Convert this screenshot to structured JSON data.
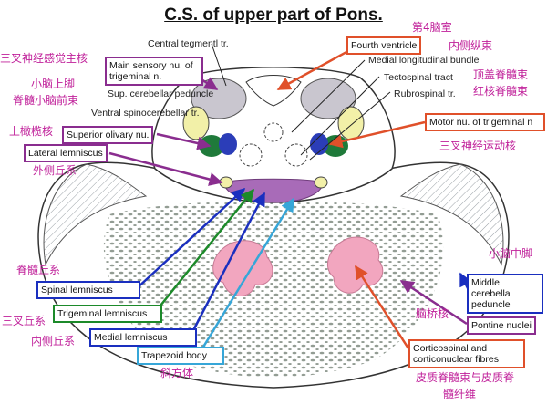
{
  "title": "C.S. of upper part of Pons.",
  "labels": {
    "central_tegmental": "Central tegmentl tr.",
    "sup_cerebellar": "Sup. cerebellar peduncle",
    "ventral_spinocerebellar": "Ventral spinocerebellar tr.",
    "medial_longitudinal": "Medial longitudinal bundle",
    "tectospinal": "Tectospinal tract",
    "rubrospinal": "Rubrospinal tr."
  },
  "boxes": {
    "main_sensory": "Main sensory nu. of trigeminal n.",
    "fourth_ventricle": "Fourth ventricle",
    "superior_olivary": "Superior olivary nu.",
    "motor_trigeminal": "Motor nu. of trigeminal n",
    "lateral_lemniscus": "Lateral lemniscus",
    "spinal_lemniscus": "Spinal lemniscus",
    "trigeminal_lemniscus": "Trigeminal lemniscus",
    "medial_lemniscus": "Medial lemniscus",
    "trapezoid_body": "Trapezoid body",
    "middle_cerebellar": "Middle cerebella peduncle",
    "pontine_nuclei": "Pontine nuclei",
    "corticospinal": "Corticospinal and corticonuclear fibres"
  },
  "chinese": {
    "trigeminal_sensory": "三叉神经感觉主核",
    "sup_cerebellar_peduncle": "小脑上脚",
    "spinocerebellar_anterior": "脊髓小脑前束",
    "superior_olive": "上橄榄核",
    "lateral_lemniscus": "外侧丘系",
    "fourth_ventricle": "第4脑室",
    "medial_longitudinal": "内侧纵束",
    "tectospinal": "顶盖脊髓束",
    "rubrospinal": "红核脊髓束",
    "trigeminal_motor": "三叉神经运动核",
    "spinal_lemniscus": "脊髓丘系",
    "trigeminal_lemniscus": "三叉丘系",
    "medial_lemniscus": "内侧丘系",
    "trapezoid": "斜方体",
    "middle_cerebellar": "小脑中脚",
    "pontine_nuclei": "脑桥核",
    "corticospinal_1": "皮质脊髓束与皮质脊",
    "corticospinal_2": "髓纤维"
  },
  "colors": {
    "purple_frame": "#8a2d8f",
    "orange_frame": "#e0502a",
    "blue_frame": "#1a2fbf",
    "green_frame": "#1c8a2a",
    "cyan_frame": "#36a6d8",
    "chinese_text": "#c0209a",
    "nucleus_purple": "#a86bb8",
    "nucleus_green": "#1f7a3a",
    "nucleus_blue": "#2b3db8",
    "nucleus_yellow": "#f2f0a8",
    "corticospinal_pink": "#f2a6bf"
  }
}
